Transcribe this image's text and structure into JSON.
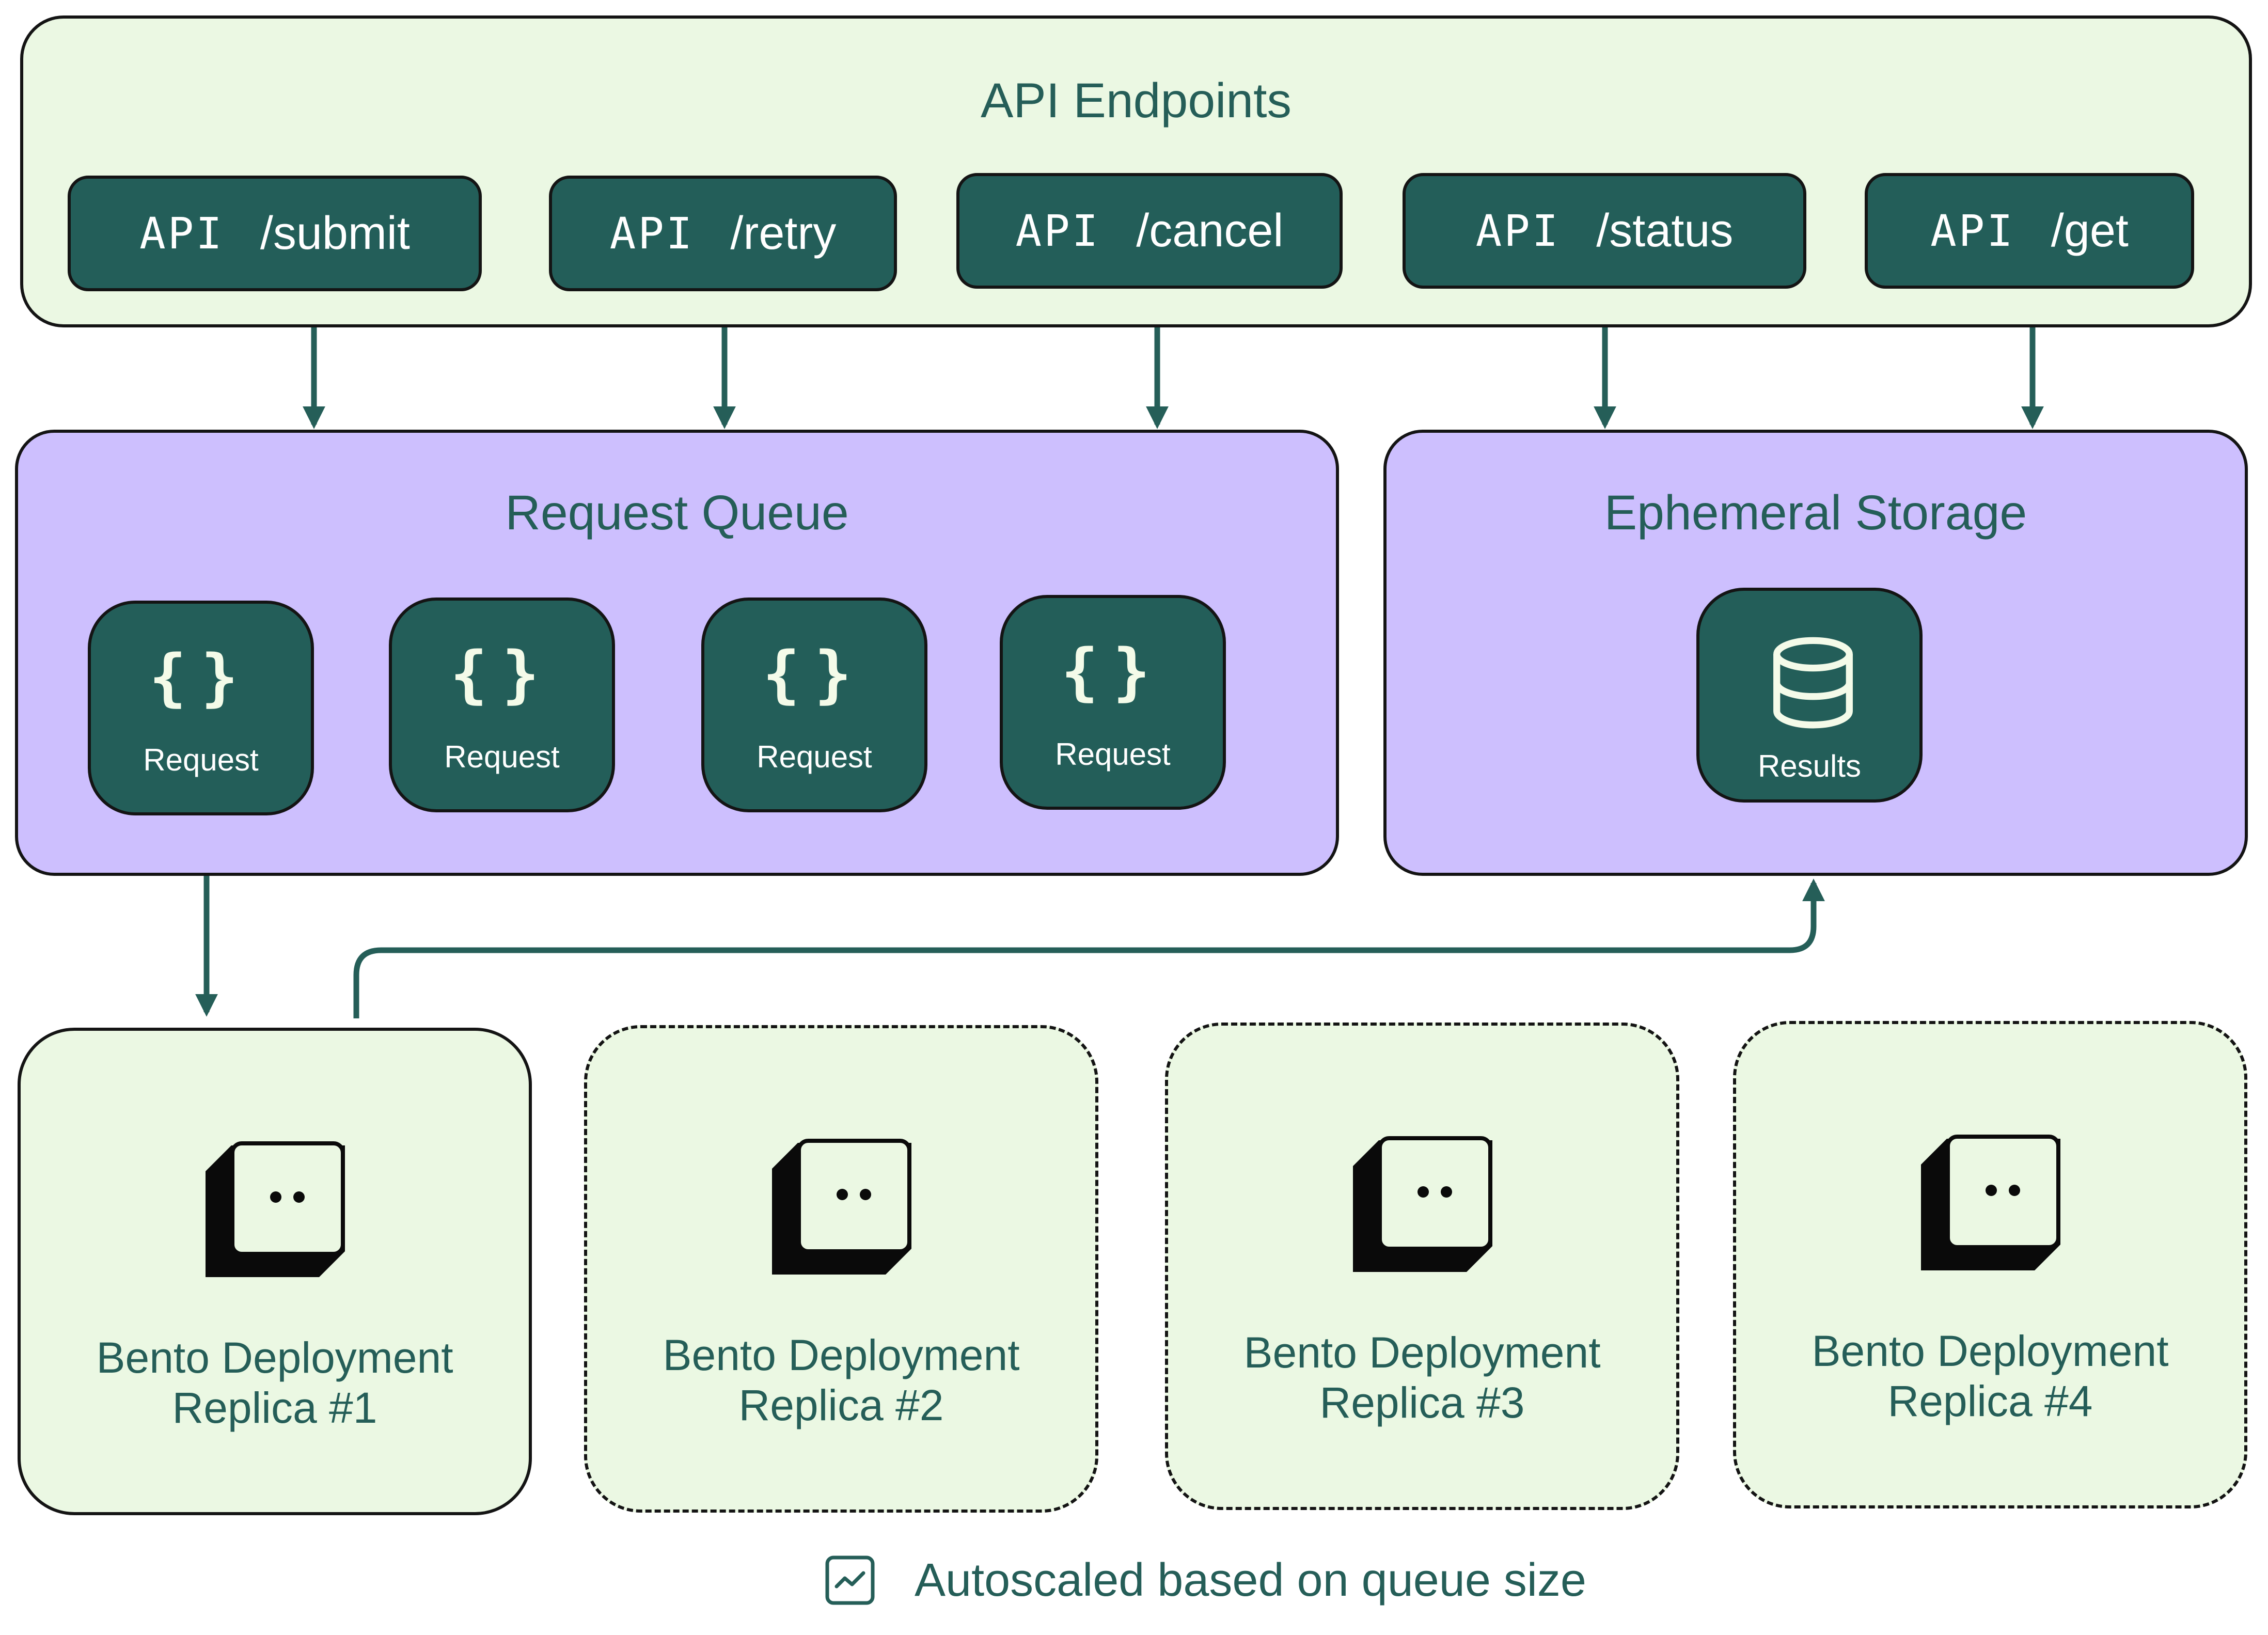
{
  "colors": {
    "light_green_fill": "#ebf8e3",
    "dark_teal_fill": "#235e59",
    "purple_fill": "#cdbffe",
    "title_text": "#255e58",
    "outline": "#141414"
  },
  "api_endpoints": {
    "title": "API Endpoints",
    "endpoints": [
      {
        "tag": "API",
        "path": "/submit"
      },
      {
        "tag": "API",
        "path": "/retry"
      },
      {
        "tag": "API",
        "path": "/cancel"
      },
      {
        "tag": "API",
        "path": "/status"
      },
      {
        "tag": "API",
        "path": "/get"
      }
    ]
  },
  "request_queue": {
    "title": "Request Queue",
    "items": [
      {
        "icon": "curly-braces-icon",
        "label": "Request"
      },
      {
        "icon": "curly-braces-icon",
        "label": "Request"
      },
      {
        "icon": "curly-braces-icon",
        "label": "Request"
      },
      {
        "icon": "curly-braces-icon",
        "label": "Request"
      }
    ]
  },
  "ephemeral_storage": {
    "title": "Ephemeral Storage",
    "item": {
      "icon": "database-icon",
      "label": "Results"
    }
  },
  "replicas": [
    {
      "line1": "Bento Deployment",
      "line2": "Replica #1",
      "style": "solid",
      "icon": "bento-box-icon"
    },
    {
      "line1": "Bento Deployment",
      "line2": "Replica #2",
      "style": "dashed",
      "icon": "bento-box-icon"
    },
    {
      "line1": "Bento Deployment",
      "line2": "Replica #3",
      "style": "dashed",
      "icon": "bento-box-icon"
    },
    {
      "line1": "Bento Deployment",
      "line2": "Replica #4",
      "style": "dashed",
      "icon": "bento-box-icon"
    }
  ],
  "footnote": {
    "icon": "line-chart-icon",
    "text": "Autoscaled based on queue size"
  }
}
